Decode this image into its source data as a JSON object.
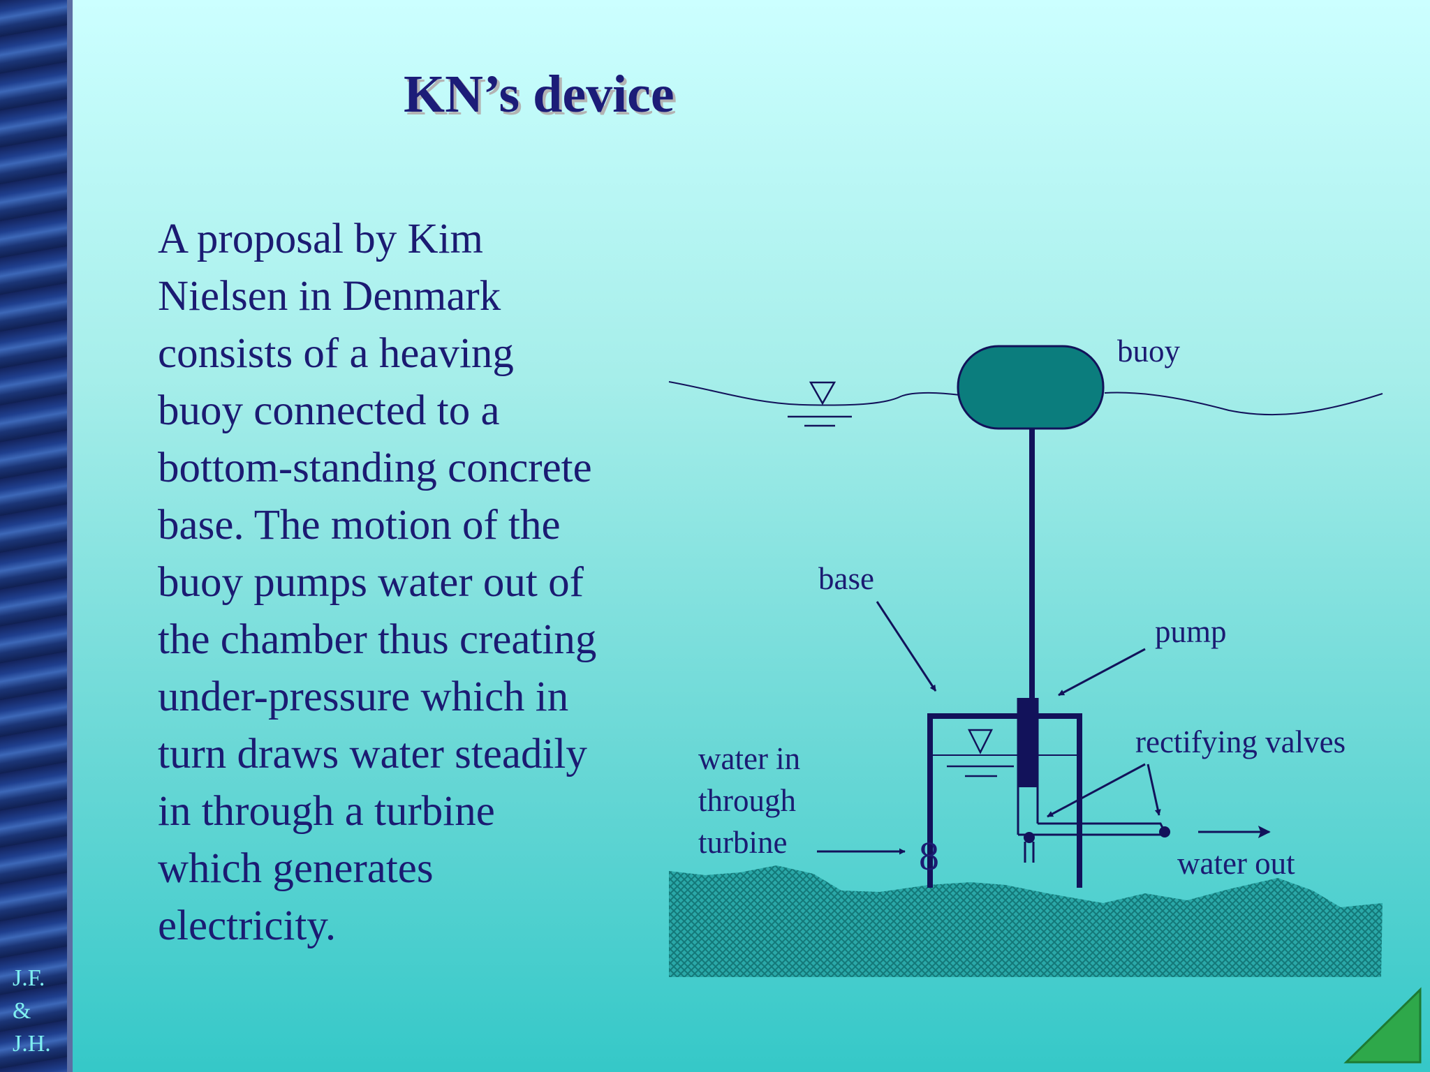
{
  "slide": {
    "title": "KN’s device",
    "body_lines": [
      "A proposal by Kim",
      "Nielsen in Denmark",
      "consists of a heaving",
      "buoy connected to a",
      "bottom-standing concrete",
      "base.  The motion of the",
      "buoy pumps water out of",
      "the chamber thus creating",
      "under-pressure which in",
      "turn draws water steadily",
      "in through a turbine",
      "which generates",
      "electricity."
    ],
    "credit_lines": [
      "J.F.",
      "&",
      "J.H."
    ]
  },
  "diagram": {
    "labels": {
      "buoy": "buoy",
      "base": "base",
      "pump": "pump",
      "rectifying_valves": "rectifying valves",
      "water_in": [
        "water in",
        "through",
        "turbine"
      ],
      "water_out": "water out",
      "turbine_symbol": "8"
    }
  },
  "colors": {
    "buoy_fill": "#0b7d7d",
    "line": "#12125a",
    "seabed": "#1f9a9a",
    "corner_triangle": "#2ea84a"
  }
}
